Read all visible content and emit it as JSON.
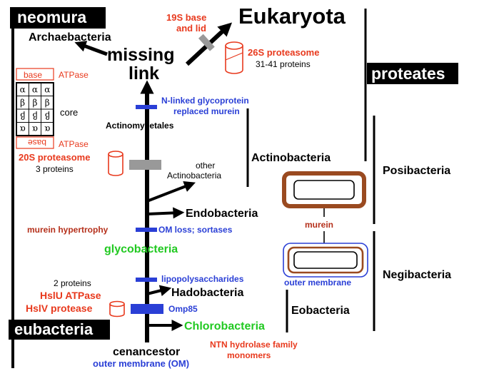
{
  "banners": {
    "neomura": "neomura",
    "eubacteria": "eubacteria",
    "proteates": "proteates"
  },
  "top": {
    "eukaryota": "Eukaryota",
    "archaebacteria": "Archaebacteria",
    "missing": "missing",
    "link": "link",
    "base_19s_line1": "19S base",
    "base_19s_line2": "and lid",
    "proteasome_26s": "26S proteasome",
    "proteins_26s": "31-41 proteins"
  },
  "proteasome_block": {
    "base": "base",
    "atpase": "ATPase",
    "core": "core",
    "grid": [
      [
        "α",
        "α",
        "α"
      ],
      [
        "β",
        "β",
        "β"
      ],
      [
        "β",
        "β",
        "β"
      ],
      [
        "α",
        "α",
        "α"
      ]
    ],
    "proteasome_20s": "20S proteasome",
    "proteins_20s": "3 proteins"
  },
  "tree": {
    "n_linked_1": "N-linked glycoprotein",
    "n_linked_2": "replaced murein",
    "actinomycetales": "Actinomycetales",
    "other_1": "other",
    "other_2": "Actinobacteria",
    "endobacteria": "Endobacteria",
    "murein_hypertrophy": "murein hypertrophy",
    "om_loss": "OM loss; sortases",
    "glycobacteria": "glycobacteria",
    "two_proteins": "2 proteins",
    "hslu": "HslU ATPase",
    "hslv": "HslV protease",
    "lipopolysaccharides": "lipopolysaccharides",
    "hadobacteria": "Hadobacteria",
    "omp85": "Omp85",
    "chlorobacteria": "Chlorobacteria",
    "cenancestor": "cenancestor",
    "outer_membrane_om": "outer membrane (OM)",
    "ntn_1": "NTN hydrolase family",
    "ntn_2": "monomers"
  },
  "groups": {
    "actinobacteria": "Actinobacteria",
    "posibacteria": "Posibacteria",
    "negibacteria": "Negibacteria",
    "eobacteria": "Eobacteria",
    "murein": "murein",
    "outer_membrane": "outer membrane"
  },
  "colors": {
    "black": "#000000",
    "red": "#e8391d",
    "dark_red": "#b5301b",
    "blue": "#2a3fd6",
    "green": "#22c922",
    "gray": "#999999",
    "brown": "#9a4a20"
  }
}
